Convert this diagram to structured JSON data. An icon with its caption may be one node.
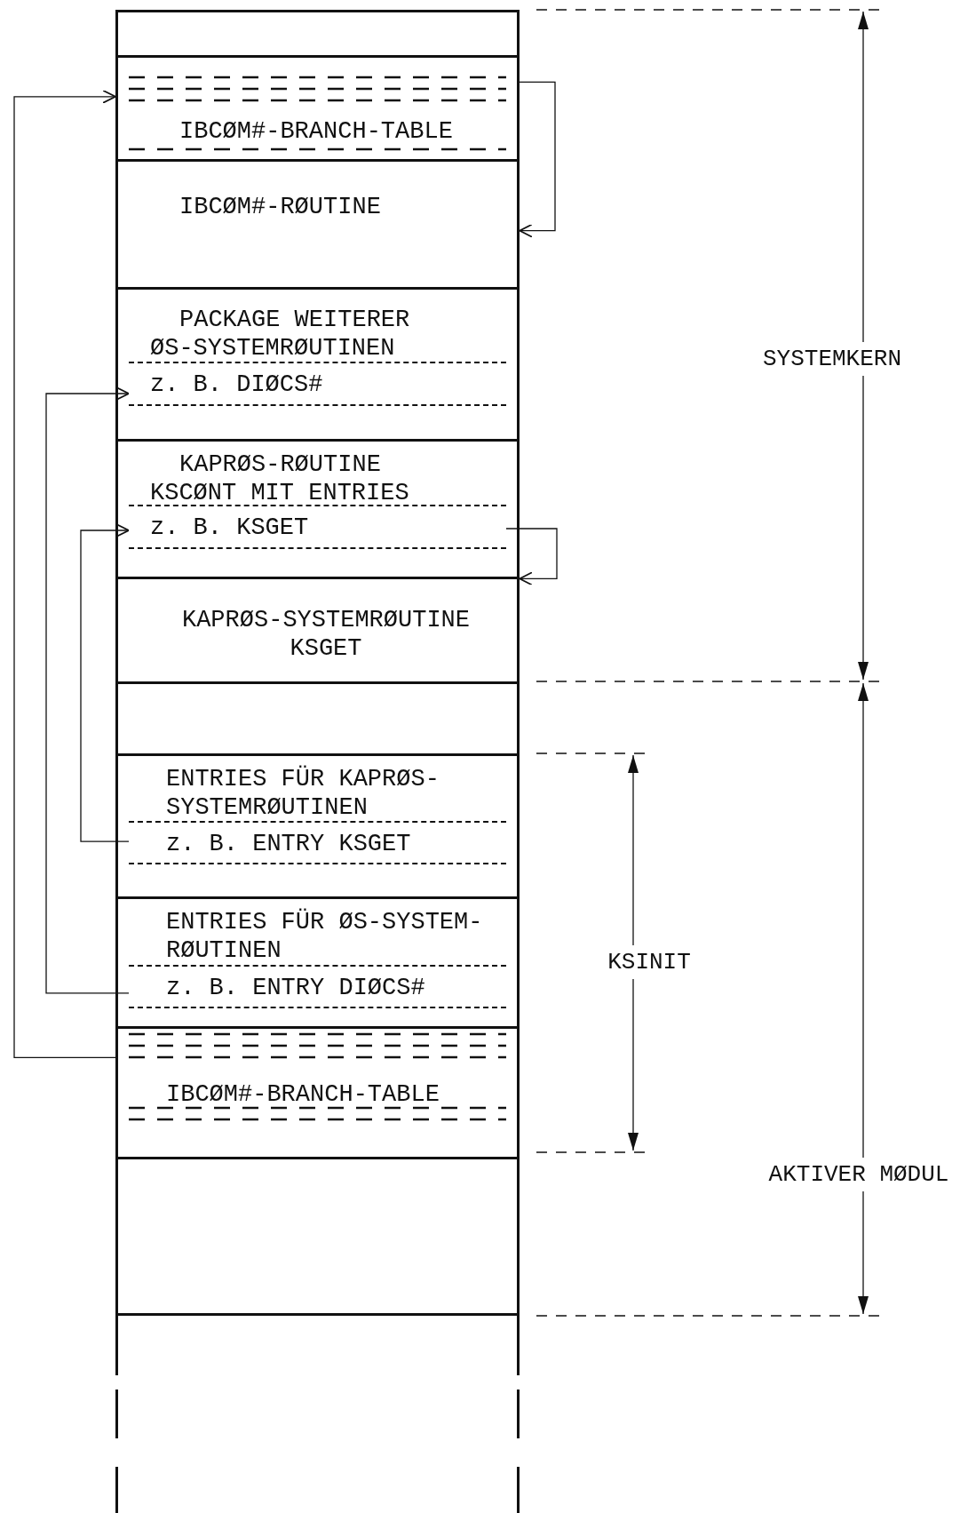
{
  "diagram": {
    "nodes": [
      {
        "text": [],
        "shape": "box"
      },
      {
        "text": [
          "IBCØM#-BRANCH-TABLE"
        ]
      },
      {
        "text": [
          "IBCØM#-RØUTINE"
        ]
      },
      {
        "text": [
          "PACKAGE WEITERER ØS-SYSTEMRØUTINEN"
        ]
      },
      {
        "text": [
          "z. B. DIØCS#"
        ],
        "in": 3
      },
      {
        "text": [
          "KAPRØS-RØUTINE KSCØNT MIT ENTRIES"
        ]
      },
      {
        "text": [
          "z. B. KSGET"
        ],
        "in": 5
      },
      {
        "text": [
          "KAPRØS-SYSTEMRØUTINE KSGET"
        ]
      },
      {
        "text": [],
        "shape": "box"
      },
      {
        "text": [
          "ENTRIES FÜR KAPRØS- SYSTEMRØUTINEN"
        ]
      },
      {
        "text": [
          "z. B. ENTRY KSGET"
        ],
        "in": 9
      },
      {
        "text": [
          "ENTRIES FÜR ØS-SYSTEM- RØUTINEN"
        ]
      },
      {
        "text": [
          "z. B. ENTRY DIØCS#"
        ],
        "in": 11
      },
      {
        "text": [
          "IBCØM#-BRANCH-TABLE"
        ]
      },
      {
        "text": [],
        "shape": "box"
      }
    ],
    "edges": [
      {
        "from": 13,
        "to": 1,
        "arrow": "to"
      },
      {
        "from": 12,
        "to": 4,
        "arrow": "to"
      },
      {
        "from": 10,
        "to": 6,
        "arrow": "to"
      },
      {
        "from": 1,
        "to": 2,
        "arrow": "to"
      },
      {
        "from": 6,
        "to": 7,
        "arrow": "to"
      }
    ],
    "labels": [
      "SYSTEMKERN",
      "KSINIT",
      "AKTIVER MØDUL"
    ]
  }
}
